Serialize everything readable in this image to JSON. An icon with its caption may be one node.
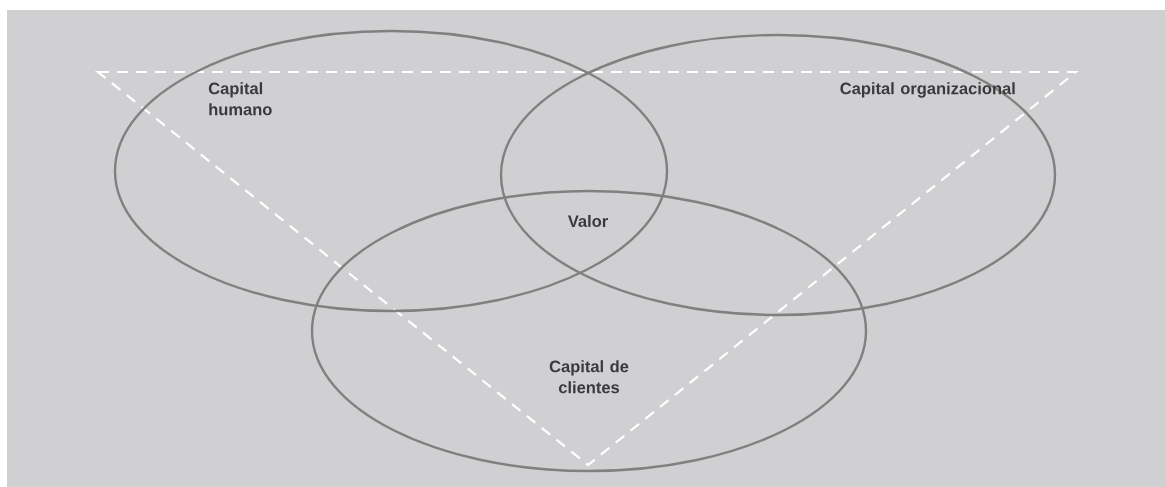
{
  "diagram": {
    "nodes": [
      {
        "text": [
          "Capital humano"
        ]
      },
      {
        "text": [
          "Capital organizacional"
        ]
      },
      {
        "text": [
          "Capital de clientes"
        ]
      }
    ],
    "labels": [
      "Valor"
    ]
  }
}
